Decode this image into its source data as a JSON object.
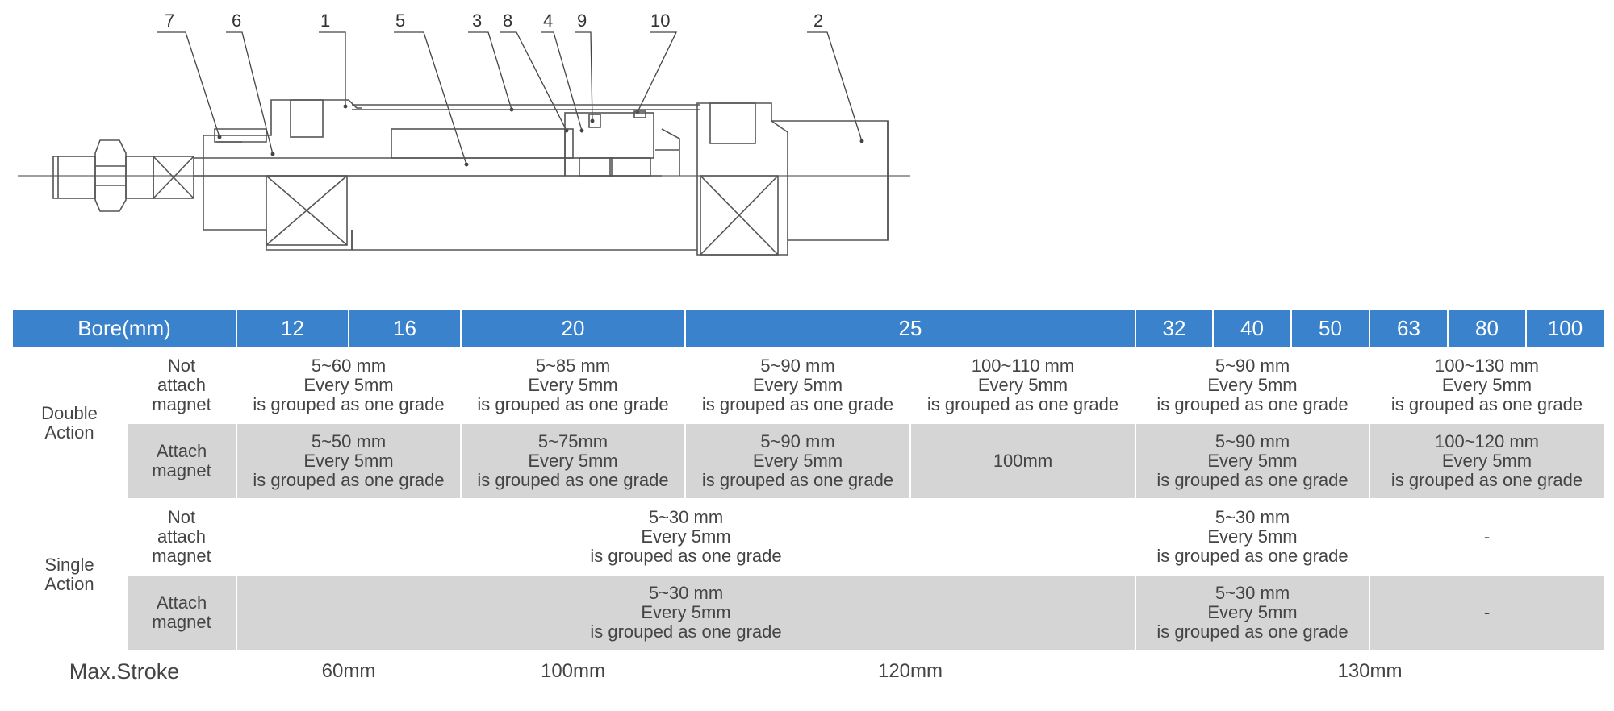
{
  "drawing": {
    "callouts": [
      "7",
      "6",
      "1",
      "5",
      "3",
      "8",
      "4",
      "9",
      "10",
      "2"
    ]
  },
  "table": {
    "header": {
      "label": "Bore(mm)",
      "bores": [
        "12",
        "16",
        "20",
        "25",
        "32",
        "40",
        "50",
        "63",
        "80",
        "100"
      ]
    },
    "double_action": {
      "label": [
        "Double",
        "Action"
      ],
      "not_attach": {
        "label": [
          "Not",
          "attach",
          "magnet"
        ],
        "cells": [
          [
            "5~60 mm",
            "Every 5mm",
            "is grouped as one grade"
          ],
          [
            "5~85 mm",
            "Every 5mm",
            "is grouped as one grade"
          ],
          [
            "5~90 mm",
            "Every 5mm",
            "is grouped as one grade"
          ],
          [
            "100~110 mm",
            "Every 5mm",
            "is grouped as one grade"
          ],
          [
            "5~90 mm",
            "Every 5mm",
            "is grouped as one grade"
          ],
          [
            "100~130 mm",
            "Every 5mm",
            "is grouped as one grade"
          ]
        ]
      },
      "attach": {
        "label": [
          "Attach",
          "magnet"
        ],
        "cells": [
          [
            "5~50 mm",
            "Every 5mm",
            "is grouped as one grade"
          ],
          [
            "5~75mm",
            "Every 5mm",
            "is grouped as one grade"
          ],
          [
            "5~90 mm",
            "Every 5mm",
            "is grouped as one grade"
          ],
          [
            "100mm"
          ],
          [
            "5~90 mm",
            "Every 5mm",
            "is grouped as one grade"
          ],
          [
            "100~120 mm",
            "Every 5mm",
            "is grouped as one grade"
          ]
        ]
      }
    },
    "single_action": {
      "label": [
        "Single",
        "Action"
      ],
      "not_attach": {
        "label": [
          "Not",
          "attach",
          "magnet"
        ],
        "cells": [
          [
            "5~30 mm",
            "Every 5mm",
            "is grouped as one grade"
          ],
          [
            "5~30 mm",
            "Every 5mm",
            "is grouped as one grade"
          ],
          [
            "-"
          ]
        ]
      },
      "attach": {
        "label": [
          "Attach",
          "magnet"
        ],
        "cells": [
          [
            "5~30 mm",
            "Every 5mm",
            "is grouped as one grade"
          ],
          [
            "5~30 mm",
            "Every 5mm",
            "is grouped as one grade"
          ],
          [
            "-"
          ]
        ]
      }
    },
    "max_stroke": {
      "label": "Max.Stroke",
      "values": [
        "60mm",
        "100mm",
        "120mm",
        "130mm"
      ]
    }
  }
}
